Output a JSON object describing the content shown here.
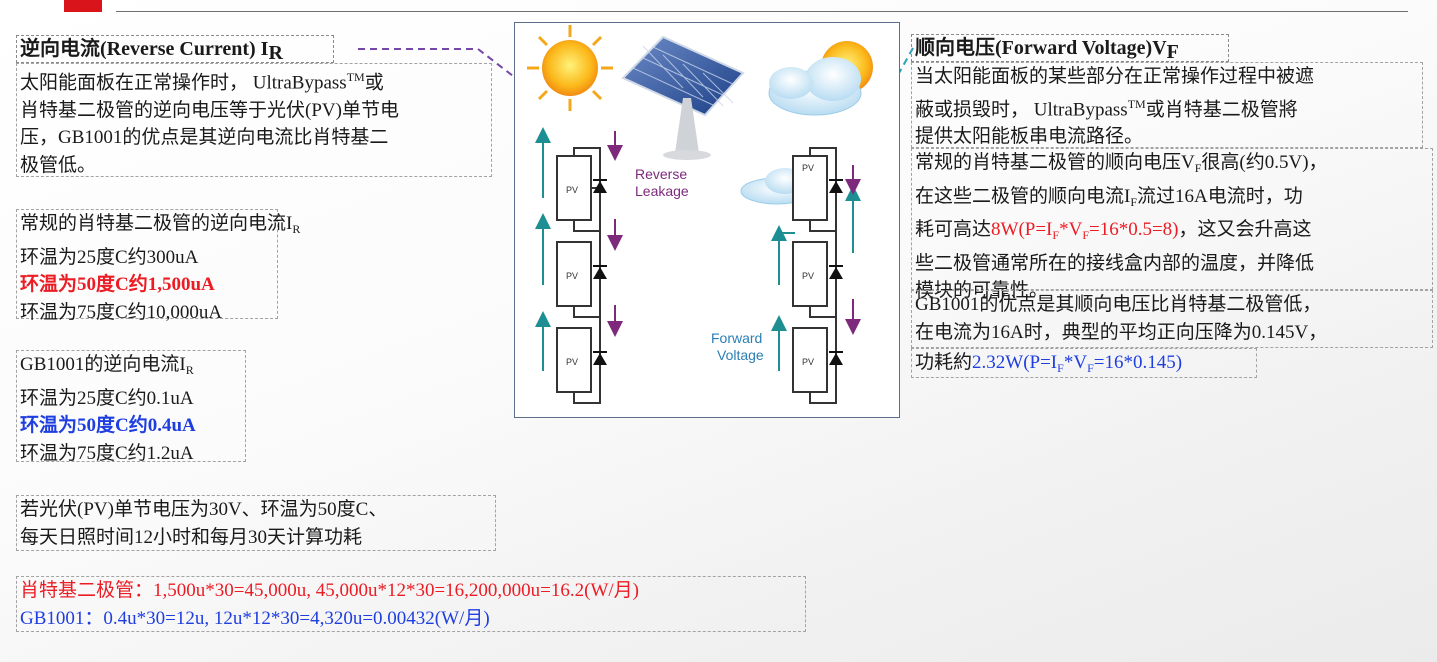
{
  "left": {
    "reverse_title": "逆向电流(Reverse Current) I",
    "reverse_title_sub": "R",
    "reverse_desc": [
      "太阳能面板在正常操作时， UltraBypass",
      "TM",
      "或",
      "肖特基二极管的逆向电压等于光伏(PV)单节电",
      "压，GB1001的优点是其逆向电流比肖特基二",
      "极管低。"
    ],
    "schottky": {
      "title": "常规的肖特基二极管的逆向电流I",
      "title_sub": "R",
      "rows": [
        "环温为25度C约300uA",
        "环温为50度C约1,500uA",
        "环温为75度C约10,000uA"
      ]
    },
    "gb1001": {
      "title": "GB1001的逆向电流I",
      "title_sub": "R",
      "rows": [
        "环温为25度C约0.1uA",
        "环温为50度C约0.4uA",
        "环温为75度C约1.2uA"
      ]
    },
    "assumption": [
      "若光伏(PV)单节电压为30V、环温为50度C、",
      "每天日照时间12小时和每月30天计算功耗"
    ],
    "calc": {
      "schottky": "肖特基二极管：1,500u*30=45,000u, 45,000u*12*30=16,200,000u=16.2(W/月)",
      "gb1001": "GB1001：0.4u*30=12u, 12u*12*30=4,320u=0.00432(W/月)"
    }
  },
  "diagram": {
    "reverse_leakage": [
      "Reverse",
      "Leakage"
    ],
    "forward_voltage": [
      "Forward",
      "Voltage"
    ],
    "pv_label": "PV"
  },
  "right": {
    "forward_title": "顺向电压(Forward Voltage)V",
    "forward_title_sub": "F",
    "p1": [
      "当太阳能面板的某些部分在正常操作过程中被遮",
      "蔽或损毁时， UltraBypass",
      "TM",
      "或肖特基二极管將",
      "提供太阳能板串电流路径。"
    ],
    "p2_line1": [
      "常规的肖特基二极管的顺向电压V",
      "F",
      "很高(约0.5V)，"
    ],
    "p2_line2": [
      "在这些二极管的顺向电流I",
      "F",
      "流过16A电流时，功"
    ],
    "p2_line3": [
      "耗可高达",
      "8W(P=I",
      "F",
      "*V",
      "F",
      "=16*0.5=8)",
      "，这又会升高这"
    ],
    "p2_line4": "些二极管通常所在的接线盒内部的温度，并降低",
    "p2_line5": "模块的可靠性。",
    "p3_line1": "GB1001的优点是其顺向电压比肖特基二极管低，",
    "p3_line2": "在电流为16A时，典型的平均正向压降为0.145V，",
    "p3_line3": [
      "功耗約",
      "2.32W(P=I",
      "F",
      "*V",
      "F",
      "=16*0.145)"
    ]
  },
  "colors": {
    "accent_red": "#ec1c24",
    "accent_blue": "#1f3ee0",
    "teal_arrow": "#1d8f93",
    "purple_arrow": "#7d2a7c",
    "bar_red": "#d9141b"
  }
}
